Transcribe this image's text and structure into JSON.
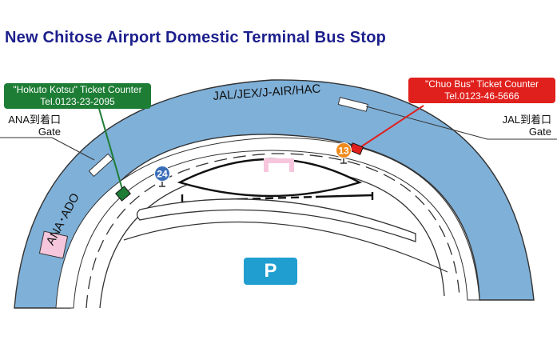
{
  "title": "New Chitose Airport Domestic Terminal Bus Stop",
  "counters": {
    "hokuto": {
      "name": "\"Hokuto Kotsu\" Ticket Counter",
      "tel": "Tel.0123-23-2095"
    },
    "chuo": {
      "name": "\"Chuo Bus\" Ticket Counter",
      "tel": "Tel.0123-46-5666"
    }
  },
  "gates": {
    "ana": {
      "line1": "ANA到着口",
      "line2": "Gate"
    },
    "jal": {
      "line1": "JAL到着口",
      "line2": "Gate"
    }
  },
  "terminal_labels": {
    "jal_side": "JAL/JEX/J-AIR/HAC",
    "ana_side": "ANA･ADO"
  },
  "bus_stops": [
    {
      "number": "24",
      "color": "#3a6db8"
    },
    {
      "number": "13",
      "color": "#f08a1c"
    }
  ],
  "parking": "P",
  "colors": {
    "terminal": "#7fb0d8",
    "title": "#1c1f8c",
    "hokuto": "#1e7d35",
    "chuo": "#e0201c",
    "parking": "#1f9ecf",
    "pink": "#f6c6dc"
  }
}
